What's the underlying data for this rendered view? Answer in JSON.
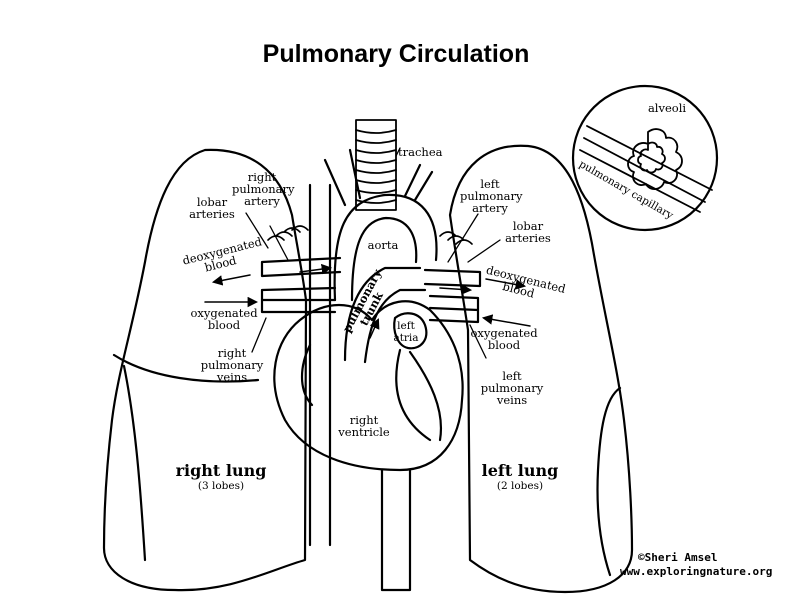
{
  "title": "Pulmonary Circulation",
  "labels": {
    "trachea": "trachea",
    "right_pulmonary_artery": [
      "right",
      "pulmonary",
      "artery"
    ],
    "left_pulmonary_artery": [
      "left",
      "pulmonary",
      "artery"
    ],
    "lobar_arteries_right": [
      "lobar",
      "arteries"
    ],
    "lobar_arteries_left": [
      "lobar",
      "arteries"
    ],
    "aorta": "aorta",
    "deoxygenated_blood_right": [
      "deoxygenated",
      "blood"
    ],
    "deoxygenated_blood_left": [
      "deoxygenated",
      "blood"
    ],
    "oxygenated_blood_right": [
      "oxygenated",
      "blood"
    ],
    "oxygenated_blood_left": [
      "oxygenated",
      "blood"
    ],
    "pulmonary_trunk": [
      "pulmonary",
      "trunk"
    ],
    "left_atria": [
      "left",
      "atria"
    ],
    "right_pulmonary_veins": [
      "right",
      "pulmonary",
      "veins"
    ],
    "left_pulmonary_veins": [
      "left",
      "pulmonary",
      "veins"
    ],
    "right_ventricle": [
      "right",
      "ventricle"
    ],
    "right_lung": "right lung",
    "right_lung_lobes": "(3 lobes)",
    "left_lung": "left lung",
    "left_lung_lobes": "(2 lobes)",
    "alveoli": "alveoli",
    "pulmonary_capillary": "pulmonary capillary"
  },
  "credit": {
    "author": "©Sheri Amsel",
    "website": "www.exploringnature.org"
  }
}
